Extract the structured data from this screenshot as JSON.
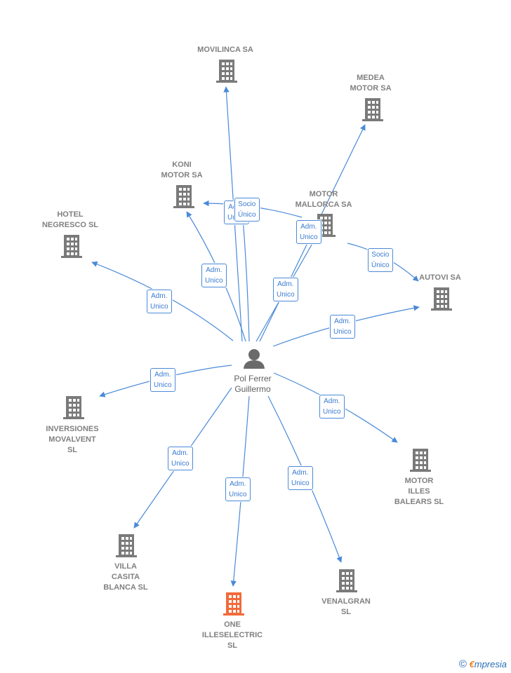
{
  "center": {
    "name_line1": "Pol Ferrer",
    "name_line2": "Guillermo"
  },
  "companies": [
    {
      "id": "movilinca",
      "lines": [
        "MOVILINCA SA"
      ]
    },
    {
      "id": "medea",
      "lines": [
        "MEDEA",
        "MOTOR SA"
      ]
    },
    {
      "id": "koni",
      "lines": [
        "KONI",
        "MOTOR SA"
      ]
    },
    {
      "id": "mallorca",
      "lines": [
        "MOTOR",
        "MALLORCA SA"
      ]
    },
    {
      "id": "hotel",
      "lines": [
        "HOTEL",
        "NEGRESCO  SL"
      ]
    },
    {
      "id": "autovi",
      "lines": [
        "AUTOVI SA"
      ]
    },
    {
      "id": "inversiones",
      "lines": [
        "INVERSIONES",
        "MOVALVENT",
        "SL"
      ]
    },
    {
      "id": "illes",
      "lines": [
        "MOTOR",
        "ILLES",
        "BALEARS  SL"
      ]
    },
    {
      "id": "villa",
      "lines": [
        "VILLA",
        "CASITA",
        "BLANCA  SL"
      ]
    },
    {
      "id": "one",
      "lines": [
        "ONE",
        "ILLESELECTRIC",
        "SL"
      ]
    },
    {
      "id": "venalgran",
      "lines": [
        "VENALGRAN",
        "SL"
      ]
    }
  ],
  "relations": [
    {
      "id": "r-movilinca-back",
      "lines": [
        "Adm.",
        "Unico"
      ]
    },
    {
      "id": "r-movilinca",
      "lines": [
        "Socio",
        "Único"
      ]
    },
    {
      "id": "r-mallorca",
      "lines": [
        "Adm.",
        "Unico"
      ]
    },
    {
      "id": "r-autovi-socio",
      "lines": [
        "Socio",
        "Único"
      ]
    },
    {
      "id": "r-koni",
      "lines": [
        "Adm.",
        "Unico"
      ]
    },
    {
      "id": "r-medea",
      "lines": [
        "Adm.",
        "Unico"
      ]
    },
    {
      "id": "r-hotel",
      "lines": [
        "Adm.",
        "Unico"
      ]
    },
    {
      "id": "r-autovi",
      "lines": [
        "Adm.",
        "Unico"
      ]
    },
    {
      "id": "r-inversiones",
      "lines": [
        "Adm.",
        "Unico"
      ]
    },
    {
      "id": "r-illes",
      "lines": [
        "Adm.",
        "Unico"
      ]
    },
    {
      "id": "r-villa",
      "lines": [
        "Adm.",
        "Unico"
      ]
    },
    {
      "id": "r-one",
      "lines": [
        "Adm.",
        "Unico"
      ]
    },
    {
      "id": "r-venalgran",
      "lines": [
        "Adm.",
        "Unico"
      ]
    }
  ],
  "colors": {
    "edge": "#4a8ad8",
    "building": "#7a7a7a",
    "highlight": "#f26a3a",
    "person": "#6a6a6a"
  },
  "footer": {
    "copyright": "©",
    "brand_initial": "€",
    "brand_rest": "mpresia"
  }
}
